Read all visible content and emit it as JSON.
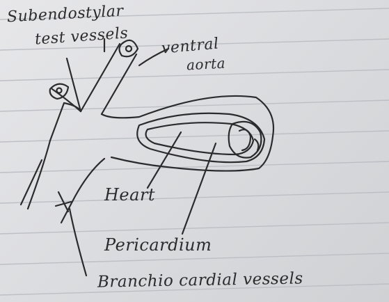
{
  "labels": {
    "subendostylar_line1": "Subendostylar",
    "subendostylar_line2": "test vessels",
    "ventral_line1": "ventral",
    "ventral_line2": "aorta",
    "heart": "Heart",
    "pericardium": "Pericardium",
    "branchio": "Branchio cardial vessels"
  },
  "colors": {
    "ink": "#2b2b2d",
    "paper": "#dcdde0",
    "rule": "#b9bcc2"
  }
}
